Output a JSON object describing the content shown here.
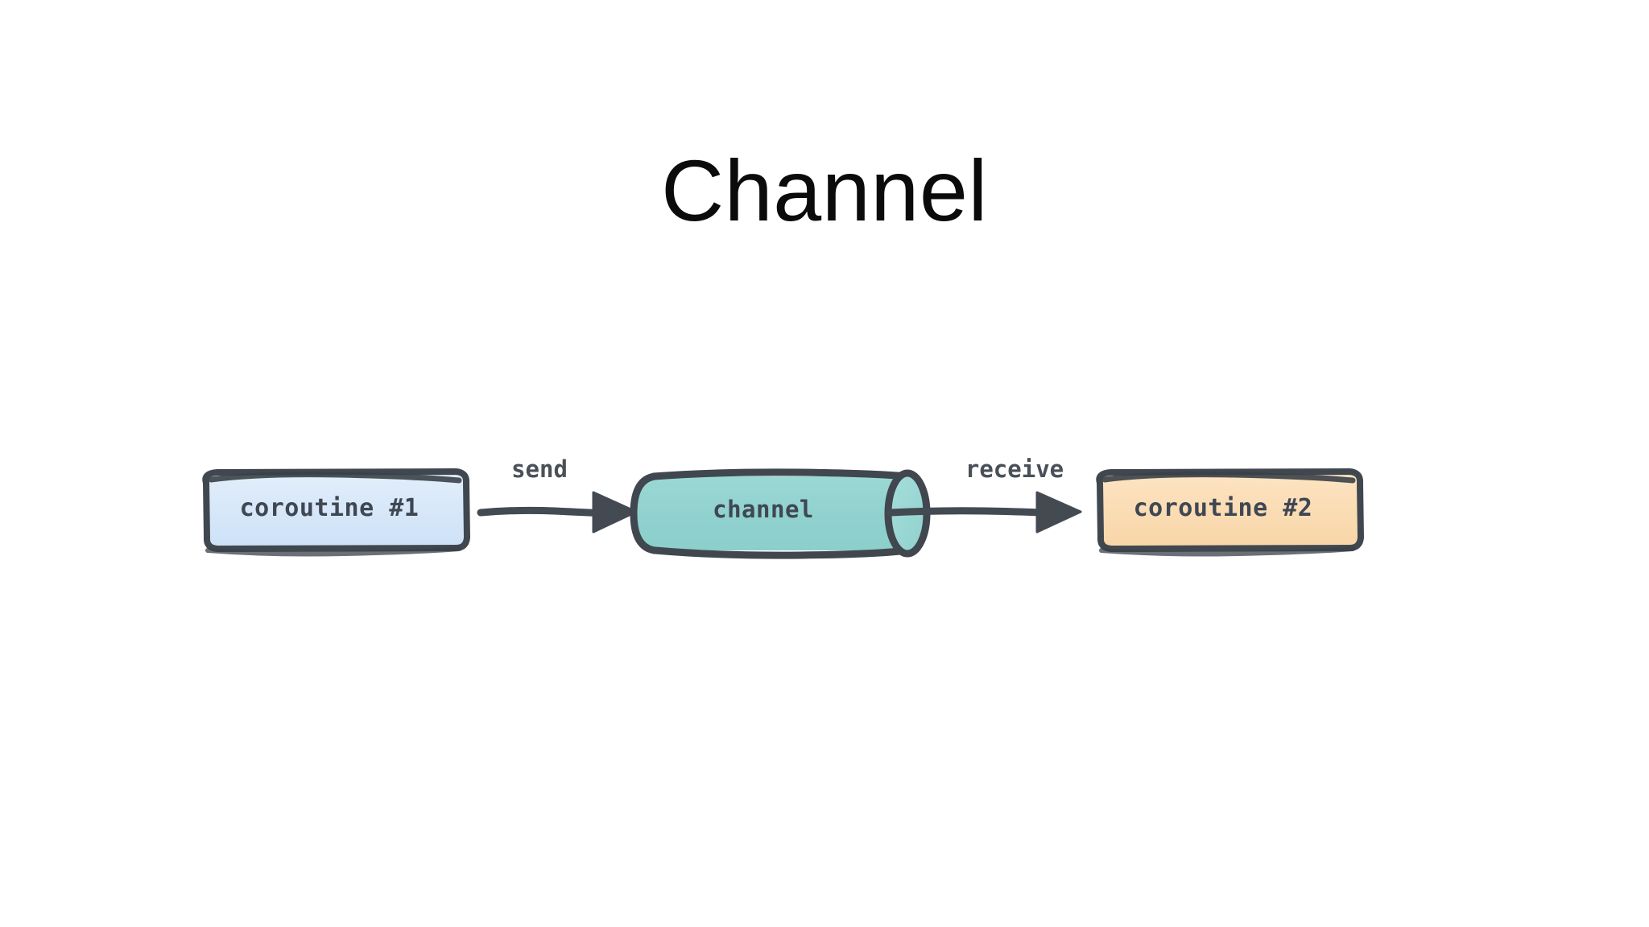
{
  "title": "Channel",
  "diagram": {
    "type": "flow-diagram",
    "nodes": [
      {
        "id": "coroutine-1",
        "label": "coroutine #1",
        "shape": "rounded-rectangle",
        "fill": "#d6e7f8",
        "stroke": "#41474f"
      },
      {
        "id": "channel",
        "label": "channel",
        "shape": "cylinder",
        "fill": "#93d3d0",
        "stroke": "#41474f"
      },
      {
        "id": "coroutine-2",
        "label": "coroutine #2",
        "shape": "rounded-rectangle",
        "fill": "#fadcb3",
        "stroke": "#41474f"
      }
    ],
    "edges": [
      {
        "id": "send",
        "label": "send",
        "from": "coroutine-1",
        "to": "channel",
        "stroke": "#434a52",
        "arrowhead": "filled-triangle"
      },
      {
        "id": "receive",
        "label": "receive",
        "from": "channel",
        "to": "coroutine-2",
        "stroke": "#434a52",
        "arrowhead": "filled-triangle"
      }
    ]
  },
  "colors": {
    "background": "#ffffff",
    "title_text": "#0b0b0c",
    "node_text": "#3f4752",
    "edge_text": "#4a5058",
    "outline": "#41474f",
    "blue_fill": "#d6e7f8",
    "teal_fill": "#93d3d0",
    "peach_fill": "#fadcb3"
  }
}
